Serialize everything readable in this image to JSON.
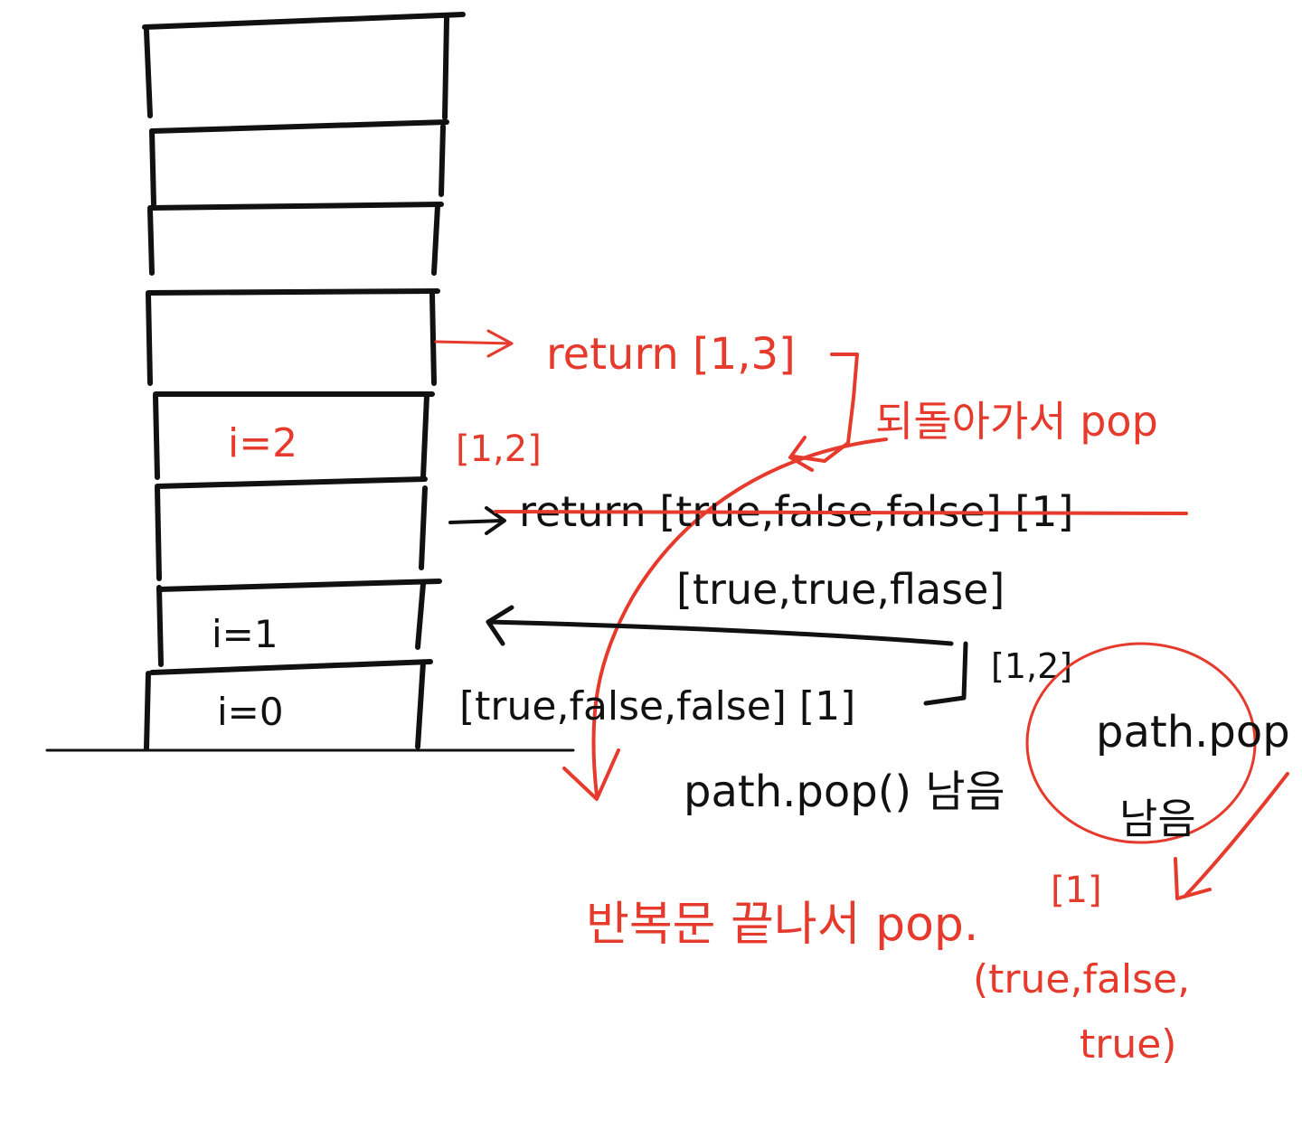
{
  "colors": {
    "black_ink": "#111111",
    "red_ink": "#e53a2c",
    "background": "#ffffff"
  },
  "stack": {
    "frame_labels": {
      "i2": "i=2",
      "i1": "i=1",
      "i0": "i=0"
    }
  },
  "annotations": {
    "return_13": "return [1,3]",
    "go_back_pop": "되돌아가서 pop",
    "arr_12_red": "[1,2]",
    "return_struck": "return [true,false,false] [1]",
    "true_true_flase": "[true,true,flase]",
    "arr_12_black": "[1,2]",
    "true_false_false_1": "[true,false,false] [1]",
    "path_pop_left": "path.pop() 남음",
    "path_pop_circle_1": "path.pop",
    "path_pop_circle_2": "남음",
    "loop_end_pop": "반복문 끝나서 pop.",
    "arr_1_red": "[1]",
    "true_false_true_1": "(true,false,",
    "true_false_true_2": "true)"
  }
}
